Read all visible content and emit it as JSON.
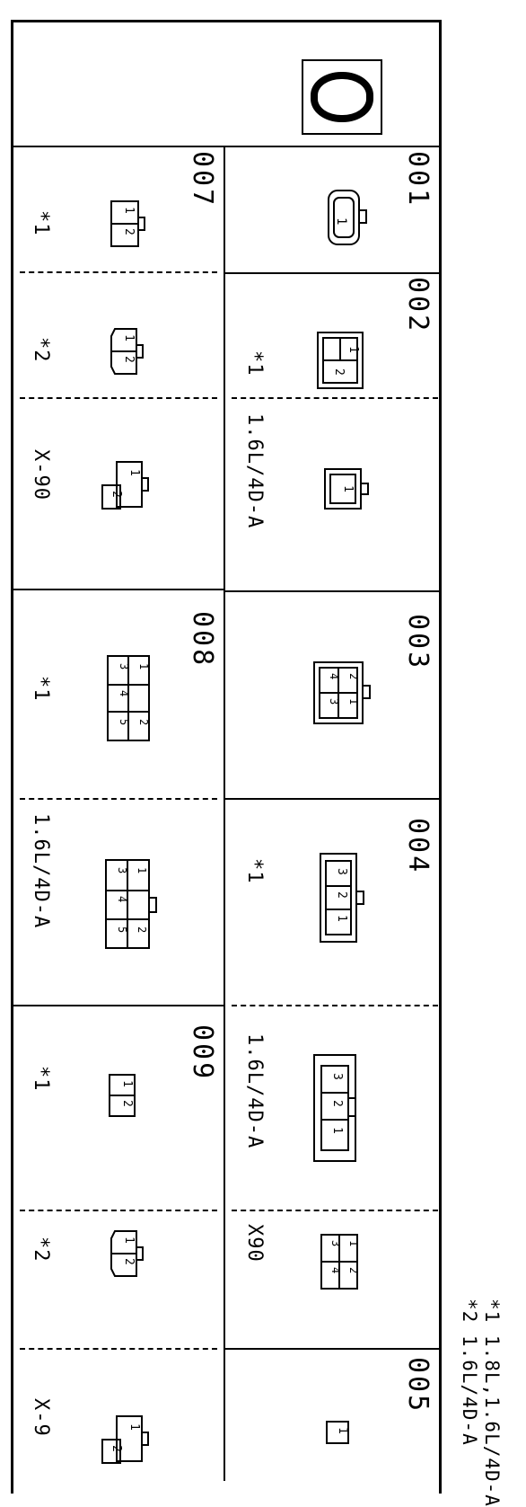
{
  "legend": {
    "note1": "*1 1.8L,1.6L/4D-A",
    "note2": "*2 1.6L/4D-A"
  },
  "left_column": {
    "sections": [
      {
        "code": "007",
        "items": [
          {
            "label": "*1"
          },
          {
            "label": "*2"
          },
          {
            "label": "X-90"
          }
        ]
      },
      {
        "code": "008",
        "items": [
          {
            "label": "*1"
          },
          {
            "label": "1.6L/4D-A"
          }
        ]
      },
      {
        "code": "009",
        "items": [
          {
            "label": "*1"
          },
          {
            "label": "*2"
          },
          {
            "label": "X-9"
          }
        ]
      }
    ]
  },
  "right_column": {
    "sections": [
      {
        "code": "001",
        "items": [
          {
            "label": ""
          }
        ]
      },
      {
        "code": "002",
        "items": [
          {
            "label": "*1"
          },
          {
            "label": "1.6L/4D-A"
          }
        ]
      },
      {
        "code": "003",
        "items": [
          {
            "label": ""
          }
        ]
      },
      {
        "code": "004",
        "items": [
          {
            "label": "*1"
          },
          {
            "label": "1.6L/4D-A"
          },
          {
            "label": "X90"
          }
        ]
      },
      {
        "code": "005",
        "items": [
          {
            "label": ""
          }
        ]
      }
    ]
  },
  "logo": {
    "icon": "ring-logo-icon"
  }
}
